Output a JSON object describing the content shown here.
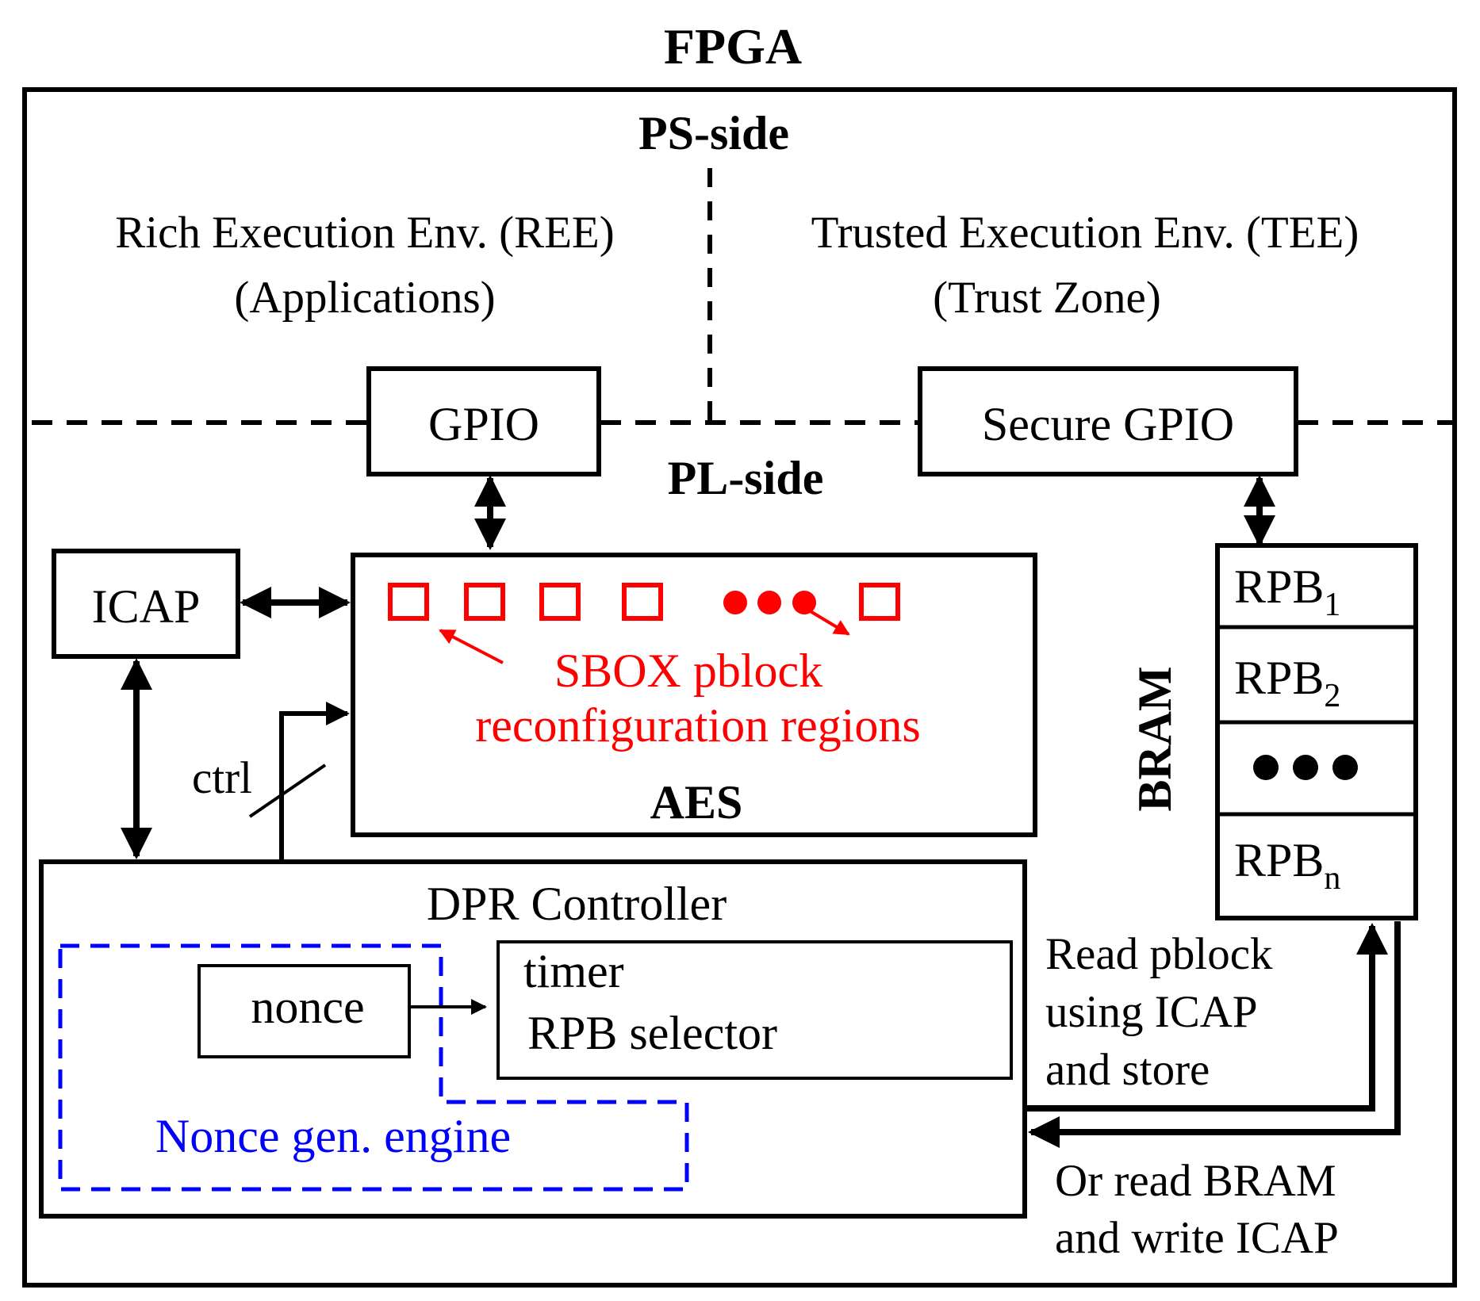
{
  "title": "FPGA",
  "ps_side": {
    "label": "PS-side",
    "ree": {
      "line1": "Rich Execution Env. (REE)",
      "line2": "(Applications)"
    },
    "tee": {
      "line1": "Trusted Execution Env. (TEE)",
      "line2": "(Trust Zone)"
    }
  },
  "pl_side": {
    "label": "PL-side"
  },
  "blocks": {
    "gpio": "GPIO",
    "secure_gpio": "Secure GPIO",
    "icap": "ICAP",
    "aes": "AES",
    "dpr_controller": "DPR Controller",
    "nonce": "nonce",
    "timer": "timer",
    "rpb_selector": "RPB selector",
    "nonce_engine": "Nonce gen. engine",
    "bram": "BRAM"
  },
  "sbox": {
    "line1": "SBOX pblock",
    "line2": "reconfiguration regions"
  },
  "rpb_list": [
    {
      "base": "RPB",
      "sub": "1"
    },
    {
      "base": "RPB",
      "sub": "2"
    },
    {
      "base": "RPB",
      "sub": "n"
    }
  ],
  "ctrl_label": "ctrl",
  "read_pblock": {
    "line1": "Read pblock",
    "line2": "using ICAP",
    "line3": "and store"
  },
  "read_bram": {
    "line1": "Or read BRAM",
    "line2": "and write ICAP"
  },
  "colors": {
    "ink": "#000000",
    "sbox": "#ff0000",
    "nonce_engine": "#0000ff"
  }
}
